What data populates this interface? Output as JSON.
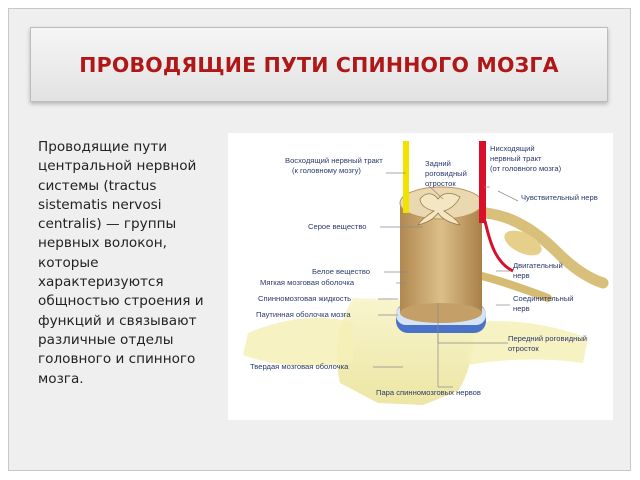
{
  "slide": {
    "title": "ПРОВОДЯЩИЕ ПУТИ СПИННОГО МОЗГА",
    "paragraph": "Проводящие пути центральной нервной системы (tractus sistematis nervosi centralis) — группы нервных волокон, которые характеризуются общностью строения и функций и связывают различные отделы головного и спинного мозга."
  },
  "diagram": {
    "labels": {
      "ascending_1": "Восходящий нервный тракт",
      "ascending_2": "(к головному мозгу)",
      "posterior_horn_1": "Задний",
      "posterior_horn_2": "роговидный",
      "posterior_horn_3": "отросток",
      "descending_1": "Нисходящий",
      "descending_2": "нервный тракт",
      "descending_3": "(от головного мозга)",
      "sensory_nerve": "Чувствительный нерв",
      "gray_matter": "Серое вещество",
      "white_matter": "Белое вещество",
      "pia_mater": "Мягкая мозговая оболочка",
      "csf": "Спинномозговая жидкость",
      "arachnoid": "Паутинная оболочка мозга",
      "motor_nerve_1": "Двигательный",
      "motor_nerve_2": "нерв",
      "connecting_nerve_1": "Соединительный",
      "connecting_nerve_2": "нерв",
      "anterior_horn_1": "Передний роговидный",
      "anterior_horn_2": "отросток",
      "dura_mater": "Твердая мозговая оболочка",
      "spinal_nerves": "Пара спинномозговых нервов"
    },
    "colors": {
      "ascending_tract": "#f2e200",
      "descending_tract": "#d8102a",
      "white_matter": "#c9a66c",
      "gray_matter": "#e3cfa0",
      "arachnoid": "#4a72c8",
      "dura": "#f3f0b8",
      "nerve": "#d9c07a"
    }
  }
}
